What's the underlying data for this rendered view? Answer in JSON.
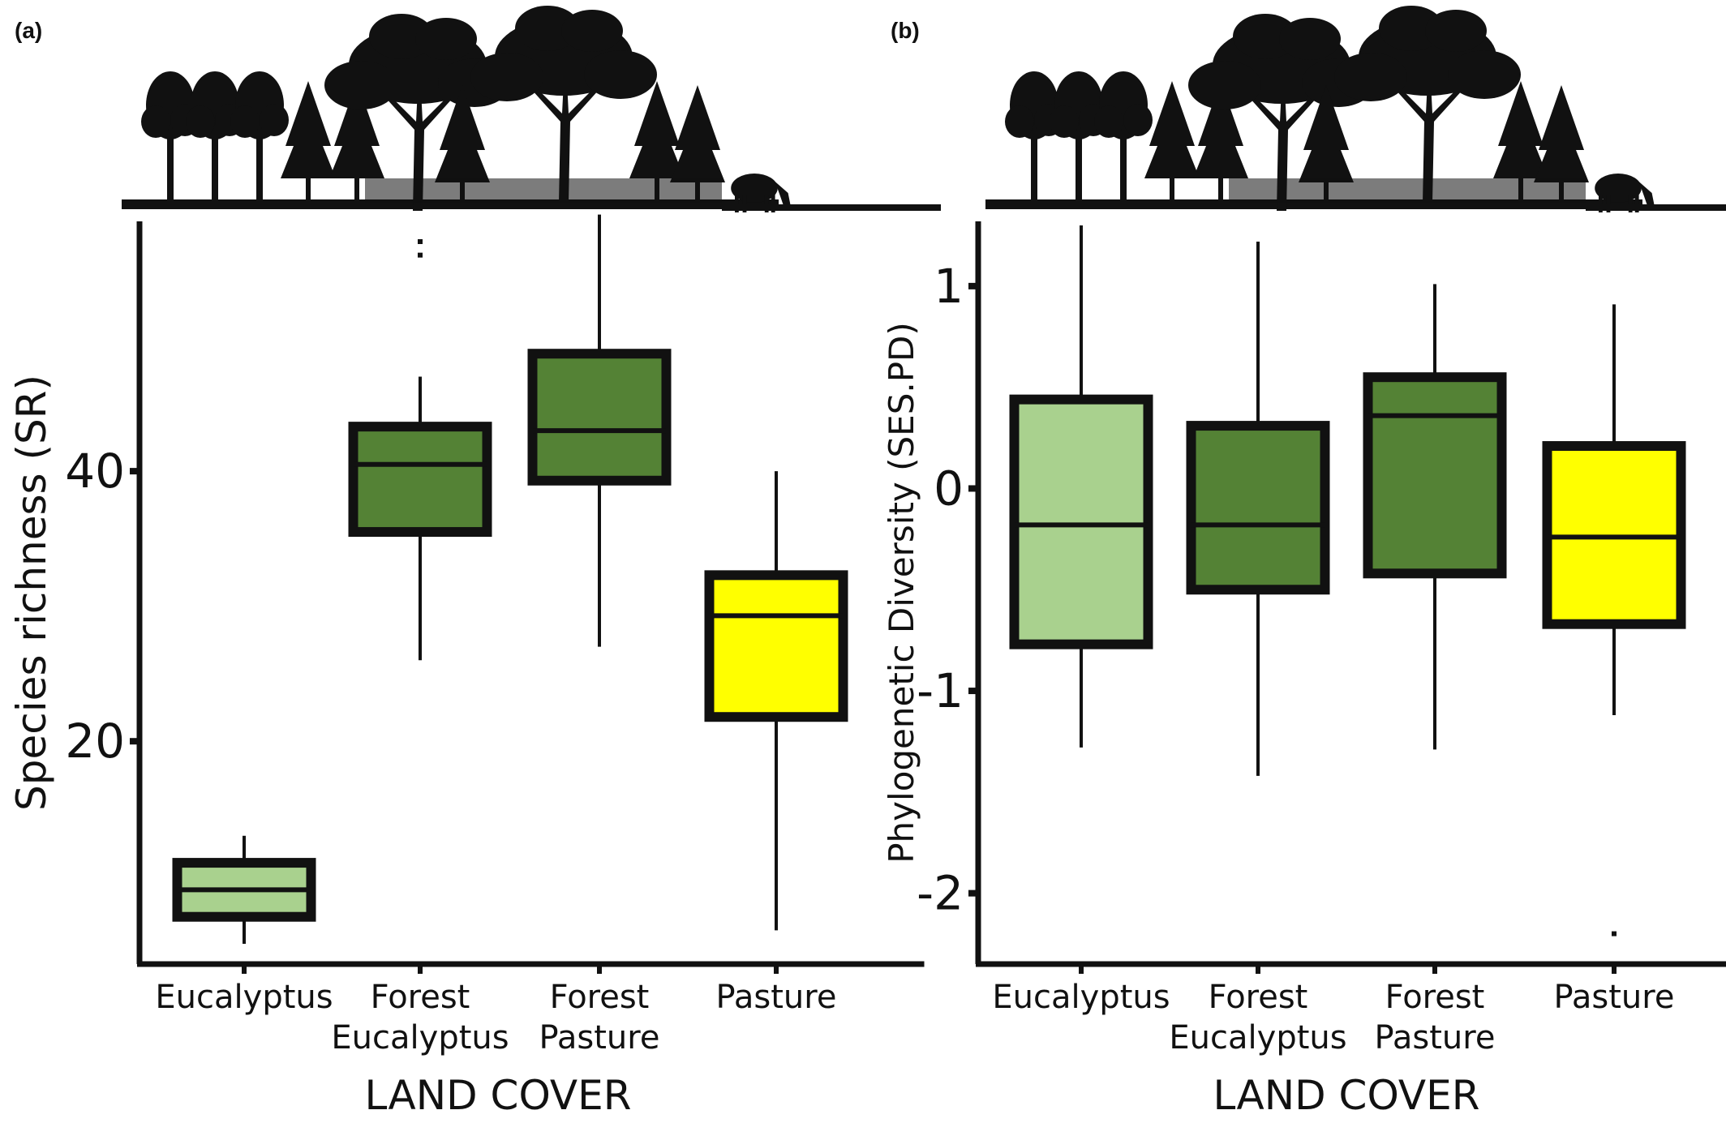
{
  "panels": {
    "a_label": "(a)",
    "b_label": "(b)"
  },
  "colors": {
    "eucalyptus": "#a9d18e",
    "forest": "#548235",
    "pasture": "#ffff00",
    "outline": "#111111"
  },
  "chart_data": [
    {
      "type": "box",
      "panel": "(a)",
      "categories": [
        "Eucalyptus",
        "Forest\nEucalyptus",
        "Forest\nPasture",
        "Pasture"
      ],
      "ylabel": "Species richness (SR)",
      "xlabel": "LAND COVER",
      "yticks": [
        20,
        40
      ],
      "ylim": [
        3.5,
        58.5
      ],
      "boxes": [
        {
          "category": "Eucalyptus",
          "whisker_low": 5,
          "q1": 7,
          "median": 9,
          "q3": 11,
          "whisker_high": 13,
          "outliers": [],
          "color": "eucalyptus"
        },
        {
          "category": "Forest Eucalyptus",
          "whisker_low": 26,
          "q1": 35.5,
          "median": 40.5,
          "q3": 43.3,
          "whisker_high": 47,
          "outliers": [
            56,
            57
          ],
          "color": "forest"
        },
        {
          "category": "Forest Pasture",
          "whisker_low": 27,
          "q1": 39.3,
          "median": 43,
          "q3": 48.7,
          "whisker_high": 59,
          "outliers": [],
          "color": "forest"
        },
        {
          "category": "Pasture",
          "whisker_low": 6,
          "q1": 21.8,
          "median": 29.3,
          "q3": 32.3,
          "whisker_high": 40,
          "outliers": [],
          "color": "pasture"
        }
      ]
    },
    {
      "type": "box",
      "panel": "(b)",
      "categories": [
        "Eucalyptus",
        "Forest\nEucalyptus",
        "Forest\nPasture",
        "Pasture"
      ],
      "ylabel": "Phylogenetic Diversity (SES.PD)",
      "xlabel": "LAND COVER",
      "yticks": [
        -2,
        -1,
        0,
        1
      ],
      "ylim": [
        -2.35,
        1.32
      ],
      "boxes": [
        {
          "category": "Eucalyptus",
          "whisker_low": -1.28,
          "q1": -0.77,
          "median": -0.18,
          "q3": 0.44,
          "whisker_high": 1.3,
          "outliers": [],
          "color": "eucalyptus"
        },
        {
          "category": "Forest Eucalyptus",
          "whisker_low": -1.42,
          "q1": -0.5,
          "median": -0.18,
          "q3": 0.31,
          "whisker_high": 1.22,
          "outliers": [],
          "color": "forest"
        },
        {
          "category": "Forest Pasture",
          "whisker_low": -1.29,
          "q1": -0.42,
          "median": 0.36,
          "q3": 0.55,
          "whisker_high": 1.01,
          "outliers": [],
          "color": "forest"
        },
        {
          "category": "Pasture",
          "whisker_low": -1.12,
          "q1": -0.67,
          "median": -0.24,
          "q3": 0.21,
          "whisker_high": 0.91,
          "outliers": [
            -2.2
          ],
          "color": "pasture"
        }
      ]
    }
  ]
}
